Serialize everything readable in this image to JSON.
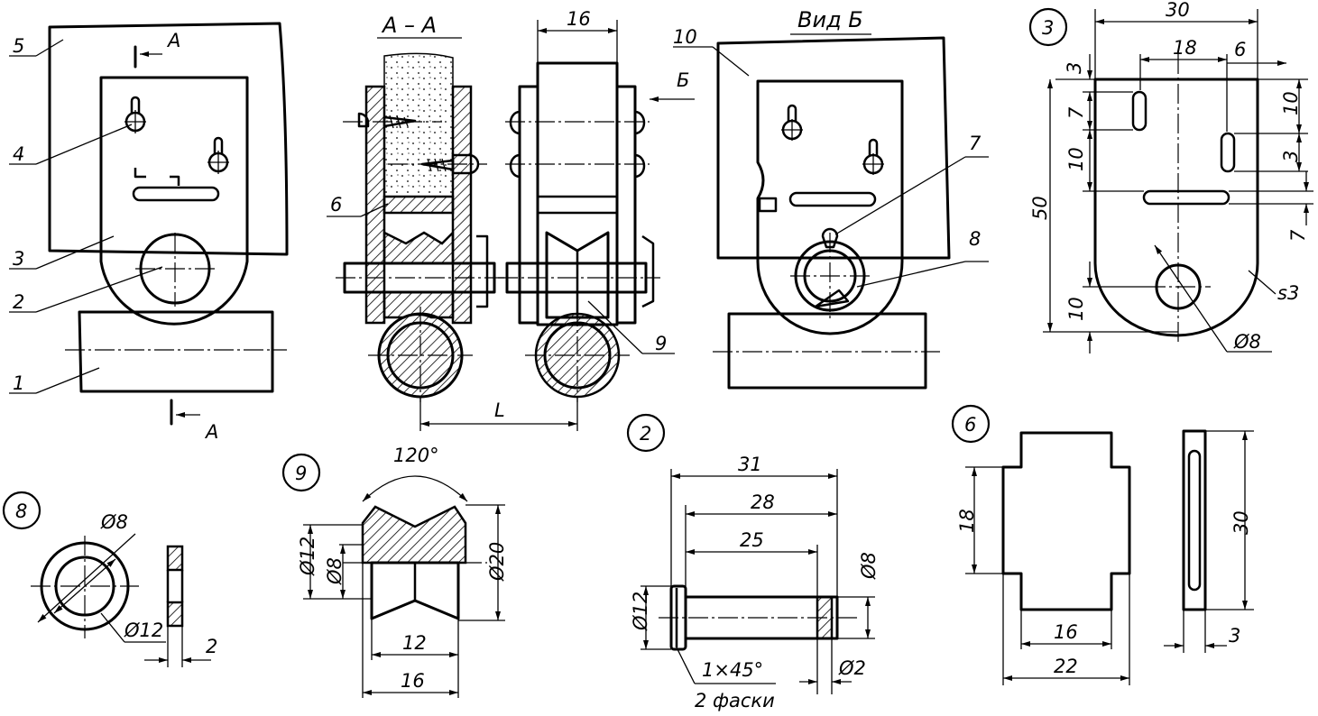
{
  "leaders": [
    "1",
    "2",
    "3",
    "4",
    "5",
    "6",
    "7",
    "8",
    "9",
    "10"
  ],
  "views": {
    "section_title": "А – А",
    "view_title": "Вид Б",
    "section_mark": "А",
    "view_mark": "Б"
  },
  "dimensions": {
    "assembly_width": "16",
    "span": "L",
    "part3": [
      "30",
      "18",
      "6",
      "3",
      "7",
      "10",
      "10",
      "7",
      "50",
      "3",
      "10",
      "Ø8",
      "s3"
    ],
    "part8": [
      "Ø8",
      "Ø12",
      "2"
    ],
    "part9": [
      "120°",
      "Ø12",
      "Ø8",
      "Ø20",
      "12",
      "16"
    ],
    "part2": [
      "31",
      "28",
      "25",
      "Ø12",
      "Ø8",
      "Ø2",
      "1×45°",
      "2 фаски"
    ],
    "part6": [
      "18",
      "16",
      "22",
      "30",
      "3"
    ]
  },
  "detail_numbers": [
    "3",
    "8",
    "9",
    "2",
    "6"
  ]
}
